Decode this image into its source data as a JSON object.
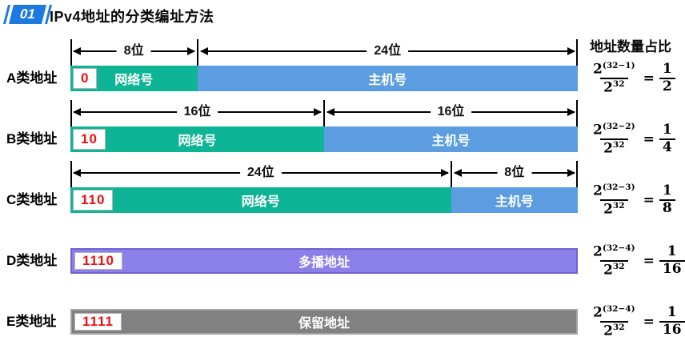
{
  "header": {
    "badge": "01",
    "title": "IPv4地址的分类编址方法"
  },
  "ratio_header": "地址数量占比",
  "colors": {
    "badge_blue": "#1c79df",
    "network_teal": "#0db495",
    "host_blue": "#5b9de0",
    "multicast_purple": "#8b80e8",
    "reserved_gray": "#818181",
    "prefix_red": "#ed1111"
  },
  "rows": [
    {
      "label": "A类地址",
      "prefix": "0",
      "dims": [
        {
          "label": "8位"
        },
        {
          "label": "24位"
        }
      ],
      "segments": [
        {
          "text": "网络号"
        },
        {
          "text": "主机号"
        }
      ],
      "formula": {
        "base": "2",
        "exp": "(32−1)",
        "den_base": "2",
        "den_exp": "32",
        "eq": "=",
        "res_num": "1",
        "res_den": "2"
      }
    },
    {
      "label": "B类地址",
      "prefix": "10",
      "dims": [
        {
          "label": "16位"
        },
        {
          "label": "16位"
        }
      ],
      "segments": [
        {
          "text": "网络号"
        },
        {
          "text": "主机号"
        }
      ],
      "formula": {
        "base": "2",
        "exp": "(32−2)",
        "den_base": "2",
        "den_exp": "32",
        "eq": "=",
        "res_num": "1",
        "res_den": "4"
      }
    },
    {
      "label": "C类地址",
      "prefix": "110",
      "dims": [
        {
          "label": "24位"
        },
        {
          "label": "8位"
        }
      ],
      "segments": [
        {
          "text": "网络号"
        },
        {
          "text": "主机号"
        }
      ],
      "formula": {
        "base": "2",
        "exp": "(32−3)",
        "den_base": "2",
        "den_exp": "32",
        "eq": "=",
        "res_num": "1",
        "res_den": "8"
      }
    },
    {
      "label": "D类地址",
      "prefix": "1110",
      "segments": [
        {
          "text": "多播地址"
        }
      ],
      "formula": {
        "base": "2",
        "exp": "(32−4)",
        "den_base": "2",
        "den_exp": "32",
        "eq": "=",
        "res_num": "1",
        "res_den": "16"
      }
    },
    {
      "label": "E类地址",
      "prefix": "1111",
      "segments": [
        {
          "text": "保留地址"
        }
      ],
      "formula": {
        "base": "2",
        "exp": "(32−4)",
        "den_base": "2",
        "den_exp": "32",
        "eq": "=",
        "res_num": "1",
        "res_den": "16"
      }
    }
  ]
}
